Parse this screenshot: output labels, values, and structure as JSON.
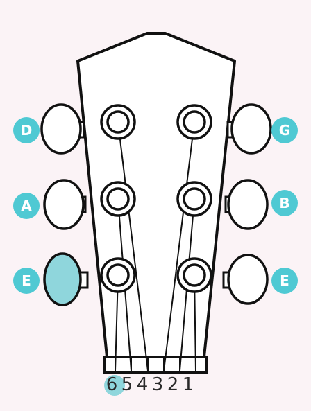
{
  "tuning": {
    "left_notes": [
      "D",
      "A",
      "E"
    ],
    "right_notes": [
      "G",
      "B",
      "E"
    ],
    "selected_string": 6
  },
  "string_numbers": [
    "6",
    "5",
    "4",
    "3",
    "2",
    "1"
  ],
  "colors": {
    "background": "#fbf3f6",
    "accent": "#4fc9d3",
    "selected_peg": "#8fd6dc",
    "outline": "#111111"
  },
  "icons": {
    "tuning_peg": "tuning-peg-icon",
    "post": "tuning-post-icon"
  }
}
